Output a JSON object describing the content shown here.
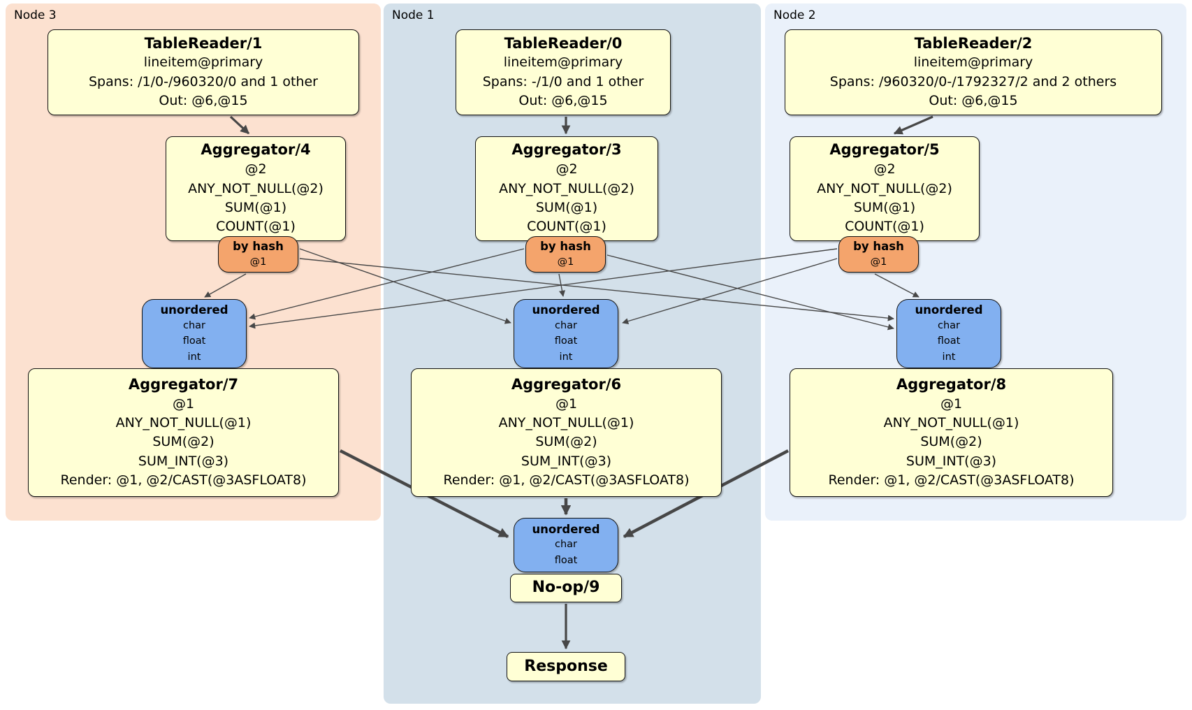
{
  "diagram": {
    "panels": [
      {
        "label": "Node 3"
      },
      {
        "label": "Node 1"
      },
      {
        "label": "Node 2"
      }
    ],
    "processors": {
      "tr1": {
        "title": "TableReader/1",
        "lines": [
          "lineitem@primary",
          "Spans: /1/0-/960320/0 and 1 other",
          "Out: @6,@15"
        ]
      },
      "tr0": {
        "title": "TableReader/0",
        "lines": [
          "lineitem@primary",
          "Spans: -/1/0 and 1 other",
          "Out: @6,@15"
        ]
      },
      "tr2": {
        "title": "TableReader/2",
        "lines": [
          "lineitem@primary",
          "Spans: /960320/0-/1792327/2 and 2 others",
          "Out: @6,@15"
        ]
      },
      "agg4": {
        "title": "Aggregator/4",
        "lines": [
          "@2",
          "ANY_NOT_NULL(@2)",
          "SUM(@1)",
          "COUNT(@1)"
        ]
      },
      "agg3": {
        "title": "Aggregator/3",
        "lines": [
          "@2",
          "ANY_NOT_NULL(@2)",
          "SUM(@1)",
          "COUNT(@1)"
        ]
      },
      "agg5": {
        "title": "Aggregator/5",
        "lines": [
          "@2",
          "ANY_NOT_NULL(@2)",
          "SUM(@1)",
          "COUNT(@1)"
        ]
      },
      "agg7": {
        "title": "Aggregator/7",
        "lines": [
          "@1",
          "ANY_NOT_NULL(@1)",
          "SUM(@2)",
          "SUM_INT(@3)",
          "Render: @1, @2/CAST(@3ASFLOAT8)"
        ]
      },
      "agg6": {
        "title": "Aggregator/6",
        "lines": [
          "@1",
          "ANY_NOT_NULL(@1)",
          "SUM(@2)",
          "SUM_INT(@3)",
          "Render: @1, @2/CAST(@3ASFLOAT8)"
        ]
      },
      "agg8": {
        "title": "Aggregator/8",
        "lines": [
          "@1",
          "ANY_NOT_NULL(@1)",
          "SUM(@2)",
          "SUM_INT(@3)",
          "Render: @1, @2/CAST(@3ASFLOAT8)"
        ]
      },
      "noop": {
        "title": "No-op/9"
      },
      "response": {
        "title": "Response"
      }
    },
    "routers": {
      "hash_left": {
        "title": "by hash",
        "key": "@1"
      },
      "hash_center": {
        "title": "by hash",
        "key": "@1"
      },
      "hash_right": {
        "title": "by hash",
        "key": "@1"
      }
    },
    "syncs": {
      "left": {
        "title": "unordered",
        "types": [
          "char",
          "float",
          "int"
        ]
      },
      "center": {
        "title": "unordered",
        "types": [
          "char",
          "float",
          "int"
        ]
      },
      "right": {
        "title": "unordered",
        "types": [
          "char",
          "float",
          "int"
        ]
      },
      "final": {
        "title": "unordered",
        "types": [
          "char",
          "float"
        ]
      }
    },
    "colors": {
      "panel_node3": "#fce1d0",
      "panel_node1": "#d3e0ea",
      "panel_node2": "#eaf1fa",
      "processor_fill": "#ffffd5",
      "router_fill": "#f4a46c",
      "sync_fill": "#82b0f0",
      "edge": "#474747"
    }
  }
}
